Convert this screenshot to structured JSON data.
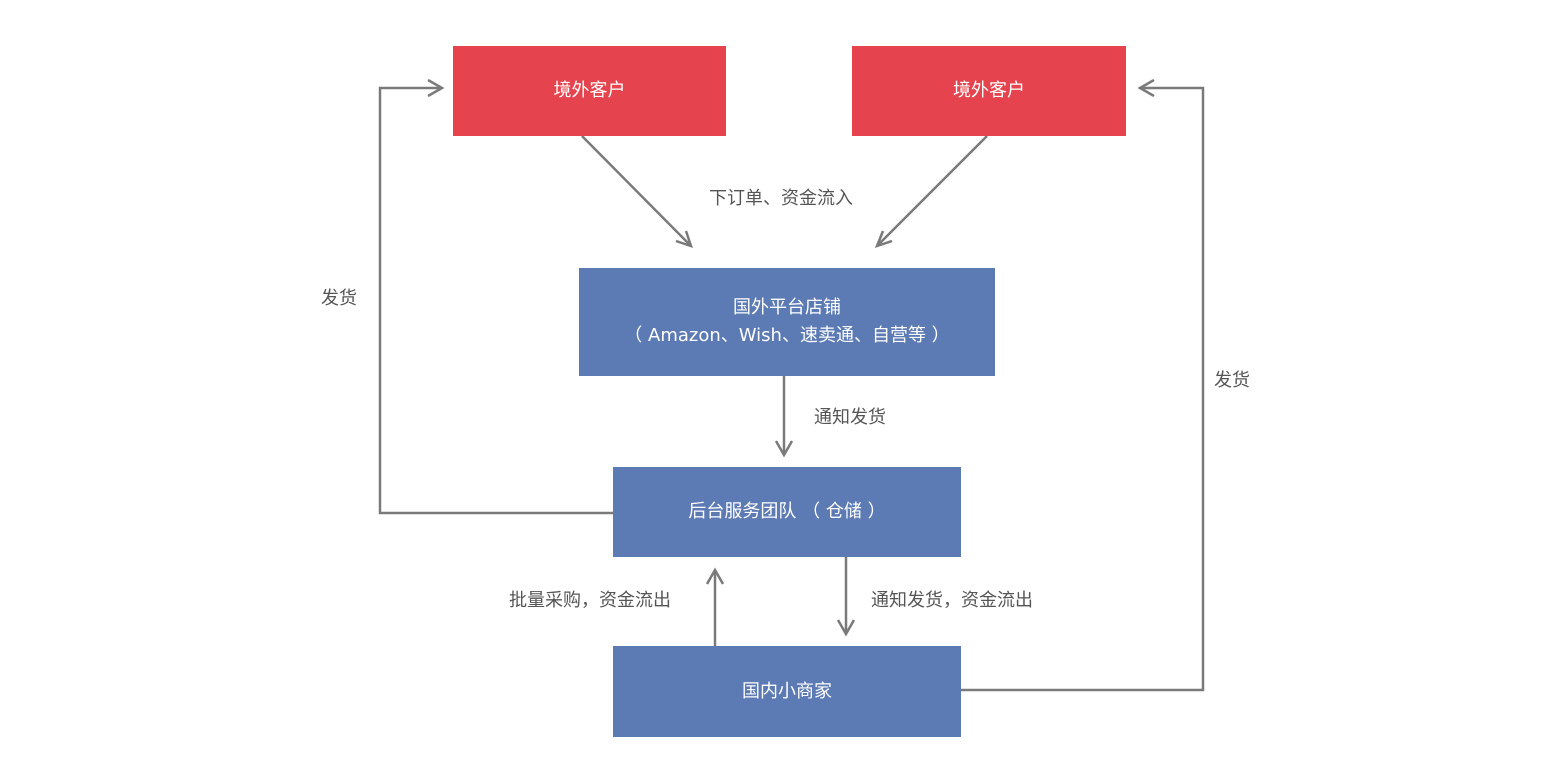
{
  "colors": {
    "customer_fill": "#e5444f",
    "process_fill": "#5c7ab3",
    "connector": "#7a7a7a",
    "label_text": "#555555",
    "node_text": "#ffffff"
  },
  "nodes": {
    "customer_left": "境外客户",
    "customer_right": "境外客户",
    "platform_line1": "国外平台店铺",
    "platform_line2": "（ Amazon、Wish、速卖通、自营等 ）",
    "backend": "后台服务团队 （ 仓储 ）",
    "merchant": "国内小商家"
  },
  "edge_labels": {
    "order_inflow": "下订单、资金流入",
    "notify_ship": "通知发货",
    "ship_left": "发货",
    "ship_right": "发货",
    "bulk_purchase": "批量采购，资金流出",
    "notify_ship_outflow": "通知发货，资金流出"
  }
}
